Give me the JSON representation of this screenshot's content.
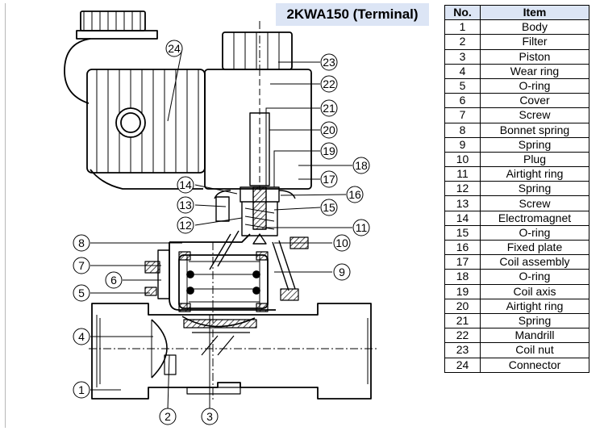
{
  "diagram": {
    "title": "2KWA150 (Terminal)",
    "callouts": [
      "1",
      "2",
      "3",
      "4",
      "5",
      "6",
      "7",
      "8",
      "9",
      "10",
      "11",
      "12",
      "13",
      "14",
      "15",
      "16",
      "17",
      "18",
      "19",
      "20",
      "21",
      "22",
      "23",
      "24"
    ]
  },
  "table": {
    "headers": {
      "no": "No.",
      "item": "Item"
    },
    "rows": [
      {
        "no": "1",
        "item": "Body"
      },
      {
        "no": "2",
        "item": "Filter"
      },
      {
        "no": "3",
        "item": "Piston"
      },
      {
        "no": "4",
        "item": "Wear ring"
      },
      {
        "no": "5",
        "item": "O-ring"
      },
      {
        "no": "6",
        "item": "Cover"
      },
      {
        "no": "7",
        "item": "Screw"
      },
      {
        "no": "8",
        "item": "Bonnet spring"
      },
      {
        "no": "9",
        "item": "Spring"
      },
      {
        "no": "10",
        "item": "Plug"
      },
      {
        "no": "11",
        "item": "Airtight ring"
      },
      {
        "no": "12",
        "item": "Spring"
      },
      {
        "no": "13",
        "item": "Screw"
      },
      {
        "no": "14",
        "item": "Electromagnet"
      },
      {
        "no": "15",
        "item": "O-ring"
      },
      {
        "no": "16",
        "item": "Fixed plate"
      },
      {
        "no": "17",
        "item": "Coil assembly"
      },
      {
        "no": "18",
        "item": "O-ring"
      },
      {
        "no": "19",
        "item": "Coil axis"
      },
      {
        "no": "20",
        "item": "Airtight ring"
      },
      {
        "no": "21",
        "item": "Spring"
      },
      {
        "no": "22",
        "item": "Mandrill"
      },
      {
        "no": "23",
        "item": "Coil nut"
      },
      {
        "no": "24",
        "item": "Connector"
      }
    ]
  },
  "colors": {
    "header_bg": "#dce5f5",
    "line": "#000000",
    "panel_border": "#b8b8b8"
  }
}
